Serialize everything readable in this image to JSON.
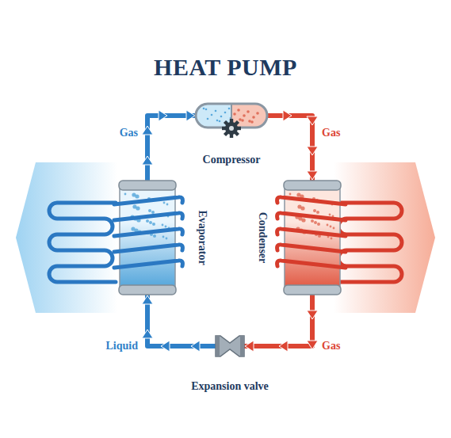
{
  "diagram": {
    "title": "HEAT PUMP",
    "nodes": [
      {
        "text": [
          "Compressor"
        ]
      },
      {
        "text": [
          "Evaporator"
        ]
      },
      {
        "text": [
          "Condenser"
        ]
      },
      {
        "text": [
          "Expansion valve"
        ]
      }
    ],
    "edges": [
      {
        "from": 1,
        "to": 0,
        "arrow": "to",
        "label": "Gas"
      },
      {
        "from": 0,
        "to": 2,
        "arrow": "to",
        "label": "Gas"
      },
      {
        "from": 2,
        "to": 3,
        "arrow": "to",
        "label": "Gas"
      },
      {
        "from": 3,
        "to": 1,
        "arrow": "to",
        "label": "Liquid"
      }
    ]
  }
}
